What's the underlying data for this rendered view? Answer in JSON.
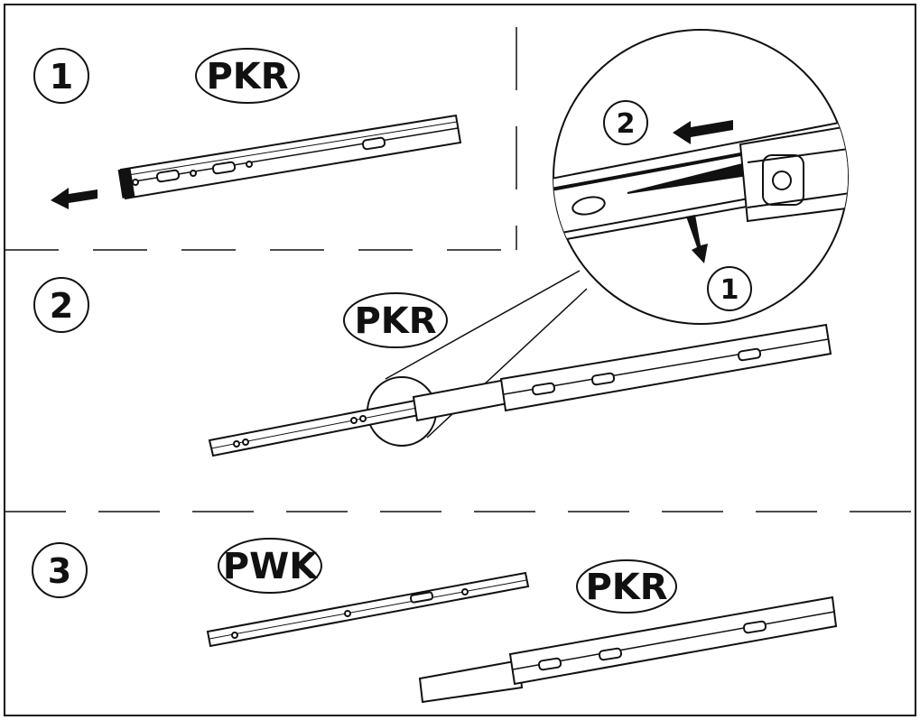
{
  "steps": [
    {
      "number": "1",
      "label": "PKR"
    },
    {
      "number": "2",
      "label": "PKR"
    },
    {
      "number": "3",
      "label": "PWK",
      "label2": "PKR"
    }
  ],
  "detail": {
    "step1": "1",
    "step2": "2"
  }
}
